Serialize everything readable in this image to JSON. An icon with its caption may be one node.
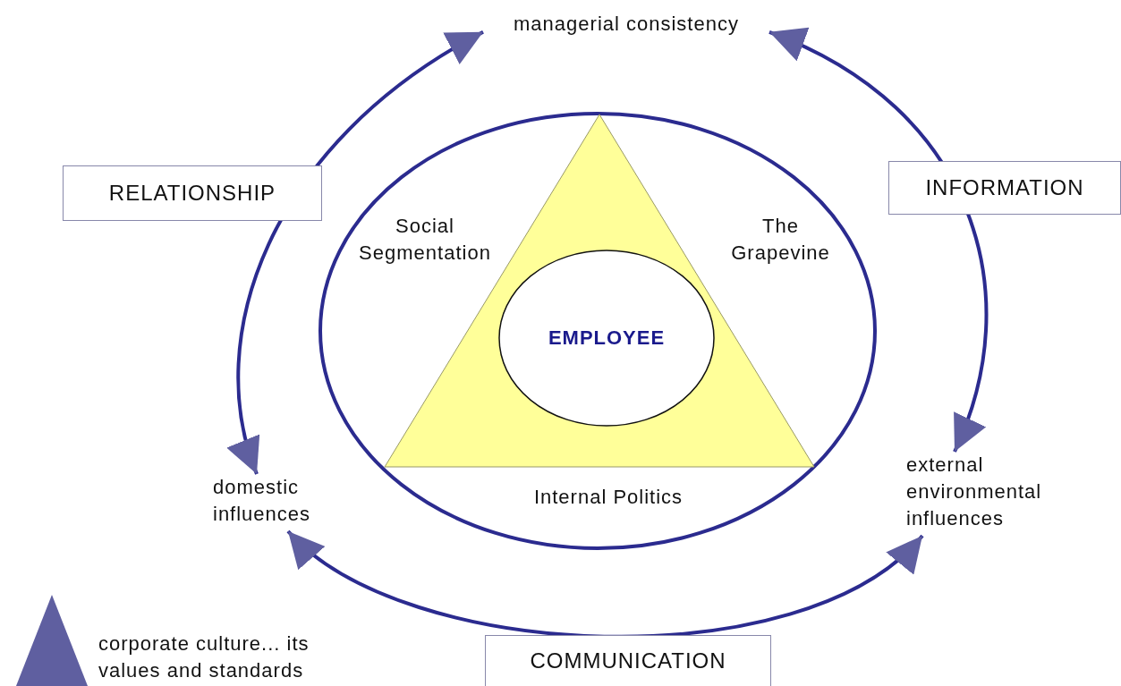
{
  "diagram": {
    "nodes": [
      {
        "text": [
          "managerial consistency"
        ]
      },
      {
        "text": [],
        "shape": "ellipse"
      },
      {
        "text": [],
        "shape": "triangle",
        "in": 1
      },
      {
        "text": [
          "EMPLOYEE"
        ],
        "in": 2
      },
      {
        "text": [
          "domestic influences"
        ]
      },
      {
        "text": [
          "external environmental influences"
        ]
      }
    ],
    "edges": [
      {
        "from": 4,
        "to": 0,
        "arrow": "both",
        "label": "RELATIONSHIP"
      },
      {
        "from": 0,
        "to": 5,
        "arrow": "both",
        "label": "INFORMATION"
      },
      {
        "from": 4,
        "to": 5,
        "arrow": "both",
        "label": "COMMUNICATION"
      }
    ],
    "labels": [
      "Social Segmentation",
      "The Grapevine",
      "Internal Politics"
    ],
    "legend": [
      {
        "text": "corporate culture... its values and standards"
      }
    ]
  }
}
